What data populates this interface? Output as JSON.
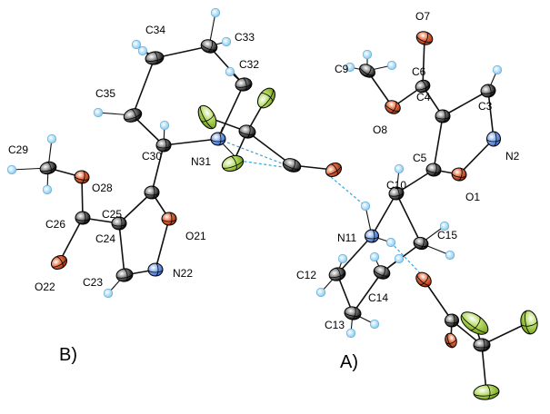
{
  "colors": {
    "carbon": "#111111",
    "oxygen": "#d2451e",
    "nitrogen": "#8aaee8",
    "fluorine": "#9ccc3c",
    "hydrogen": "#9fd6f2",
    "hbond": "#2ba8e0"
  },
  "panels": {
    "a": "A)",
    "b": "B)"
  },
  "labels": {
    "O7": "O7",
    "C9": "C9",
    "C6": "C6",
    "C4": "C4",
    "C3": "C3",
    "O8": "O8",
    "N2": "N2",
    "C5": "C5",
    "O1": "O1",
    "C10": "C10",
    "N11": "N11",
    "C15": "C15",
    "C12": "C12",
    "C14": "C14",
    "C13": "C13",
    "C34": "C34",
    "C33": "C33",
    "C32": "C32",
    "C35": "C35",
    "C30": "C30",
    "N31": "N31",
    "C29": "C29",
    "O28": "O28",
    "C26": "C26",
    "C25": "C25",
    "O21": "O21",
    "C24": "C24",
    "O22": "O22",
    "C23": "C23",
    "N22": "N22"
  }
}
